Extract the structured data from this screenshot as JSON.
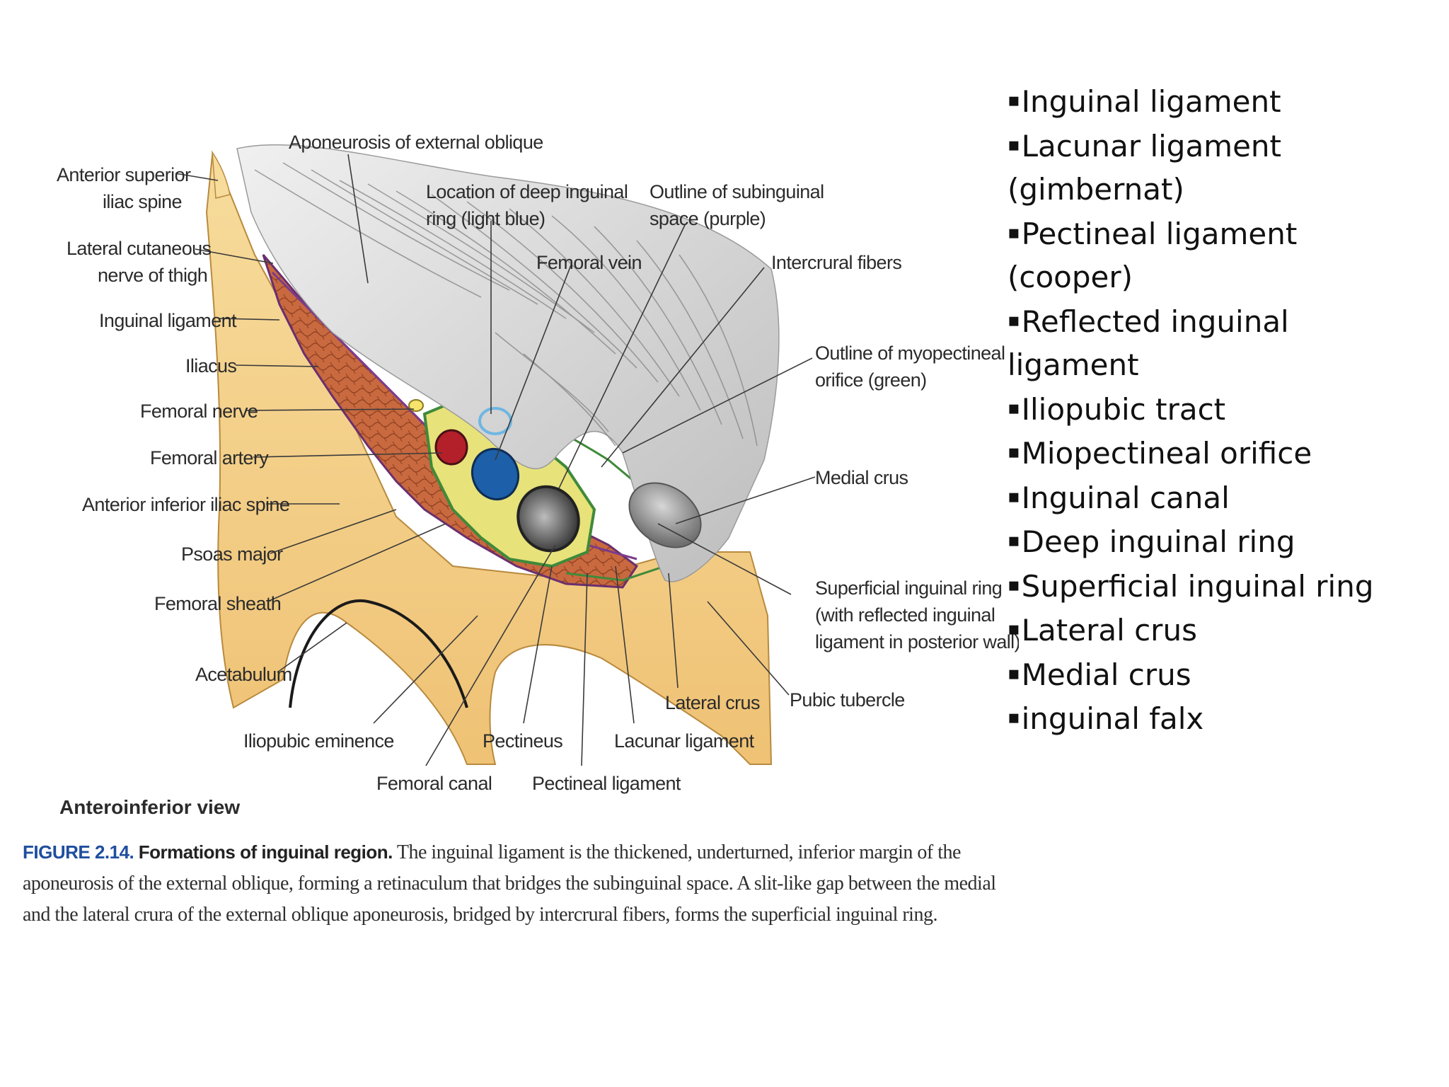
{
  "figure": {
    "labels": {
      "aponeurosis": "Aponeurosis of external oblique",
      "asis_1": "Anterior superior",
      "asis_2": "iliac spine",
      "deep_ring_1": "Location of deep inguinal",
      "deep_ring_2": "ring (light blue)",
      "subinguinal_1": "Outline of subinguinal",
      "subinguinal_2": "space (purple)",
      "lat_cut_1": "Lateral cutaneous",
      "lat_cut_2": "nerve of thigh",
      "femoral_vein": "Femoral vein",
      "intercrural": "Intercrural fibers",
      "inguinal_ligament": "Inguinal ligament",
      "iliacus": "Iliacus",
      "myopectineal_1": "Outline of myopectineal",
      "myopectineal_2": "orifice (green)",
      "femoral_nerve": "Femoral nerve",
      "femoral_artery": "Femoral artery",
      "medial_crus": "Medial crus",
      "aiis": "Anterior inferior iliac spine",
      "psoas": "Psoas major",
      "sup_ring_1": "Superficial inguinal ring",
      "sup_ring_2": "(with reflected inguinal",
      "sup_ring_3": "ligament in posterior wall)",
      "femoral_sheath": "Femoral sheath",
      "acetabulum": "Acetabulum",
      "lateral_crus": "Lateral crus",
      "pubic_tubercle": "Pubic tubercle",
      "iliopubic": "Iliopubic eminence",
      "pectineus": "Pectineus",
      "lacunar": "Lacunar ligament",
      "femoral_canal": "Femoral canal",
      "pectineal": "Pectineal ligament",
      "view": "Anteroinferior view"
    },
    "caption": {
      "number": "FIGURE 2.14.",
      "title": "Formations of inguinal region.",
      "text": "The inguinal ligament is the thickened, underturned, inferior margin of the aponeurosis of the external oblique, forming a retinaculum that bridges the subinguinal space. A slit-like gap between the medial and the lateral crura of the external oblique aponeurosis, bridged by intercrural fibers, forms the superficial inguinal ring."
    }
  },
  "term_list": {
    "bullet": "▪",
    "items": [
      "Inguinal ligament",
      "Lacunar ligament",
      "(gimbernat)",
      "Pectineal ligament",
      "(cooper)",
      "Reflected inguinal",
      "ligament",
      "Iliopubic tract",
      "Miopectineal orifice",
      "Inguinal canal",
      "Deep inguinal ring",
      "Superficial inguinal ring",
      "Lateral crus",
      "Medial crus",
      "inguinal falx"
    ],
    "bulleted": [
      true,
      true,
      false,
      true,
      false,
      true,
      false,
      true,
      true,
      true,
      true,
      true,
      true,
      true,
      true
    ]
  },
  "colors": {
    "bone": "#f2c97a",
    "muscle": "#c8693f",
    "aponeurosis": "#d9d9d9",
    "artery": "#b3202a",
    "vein": "#1d5fa8",
    "caption_number": "#1f4e9e"
  }
}
